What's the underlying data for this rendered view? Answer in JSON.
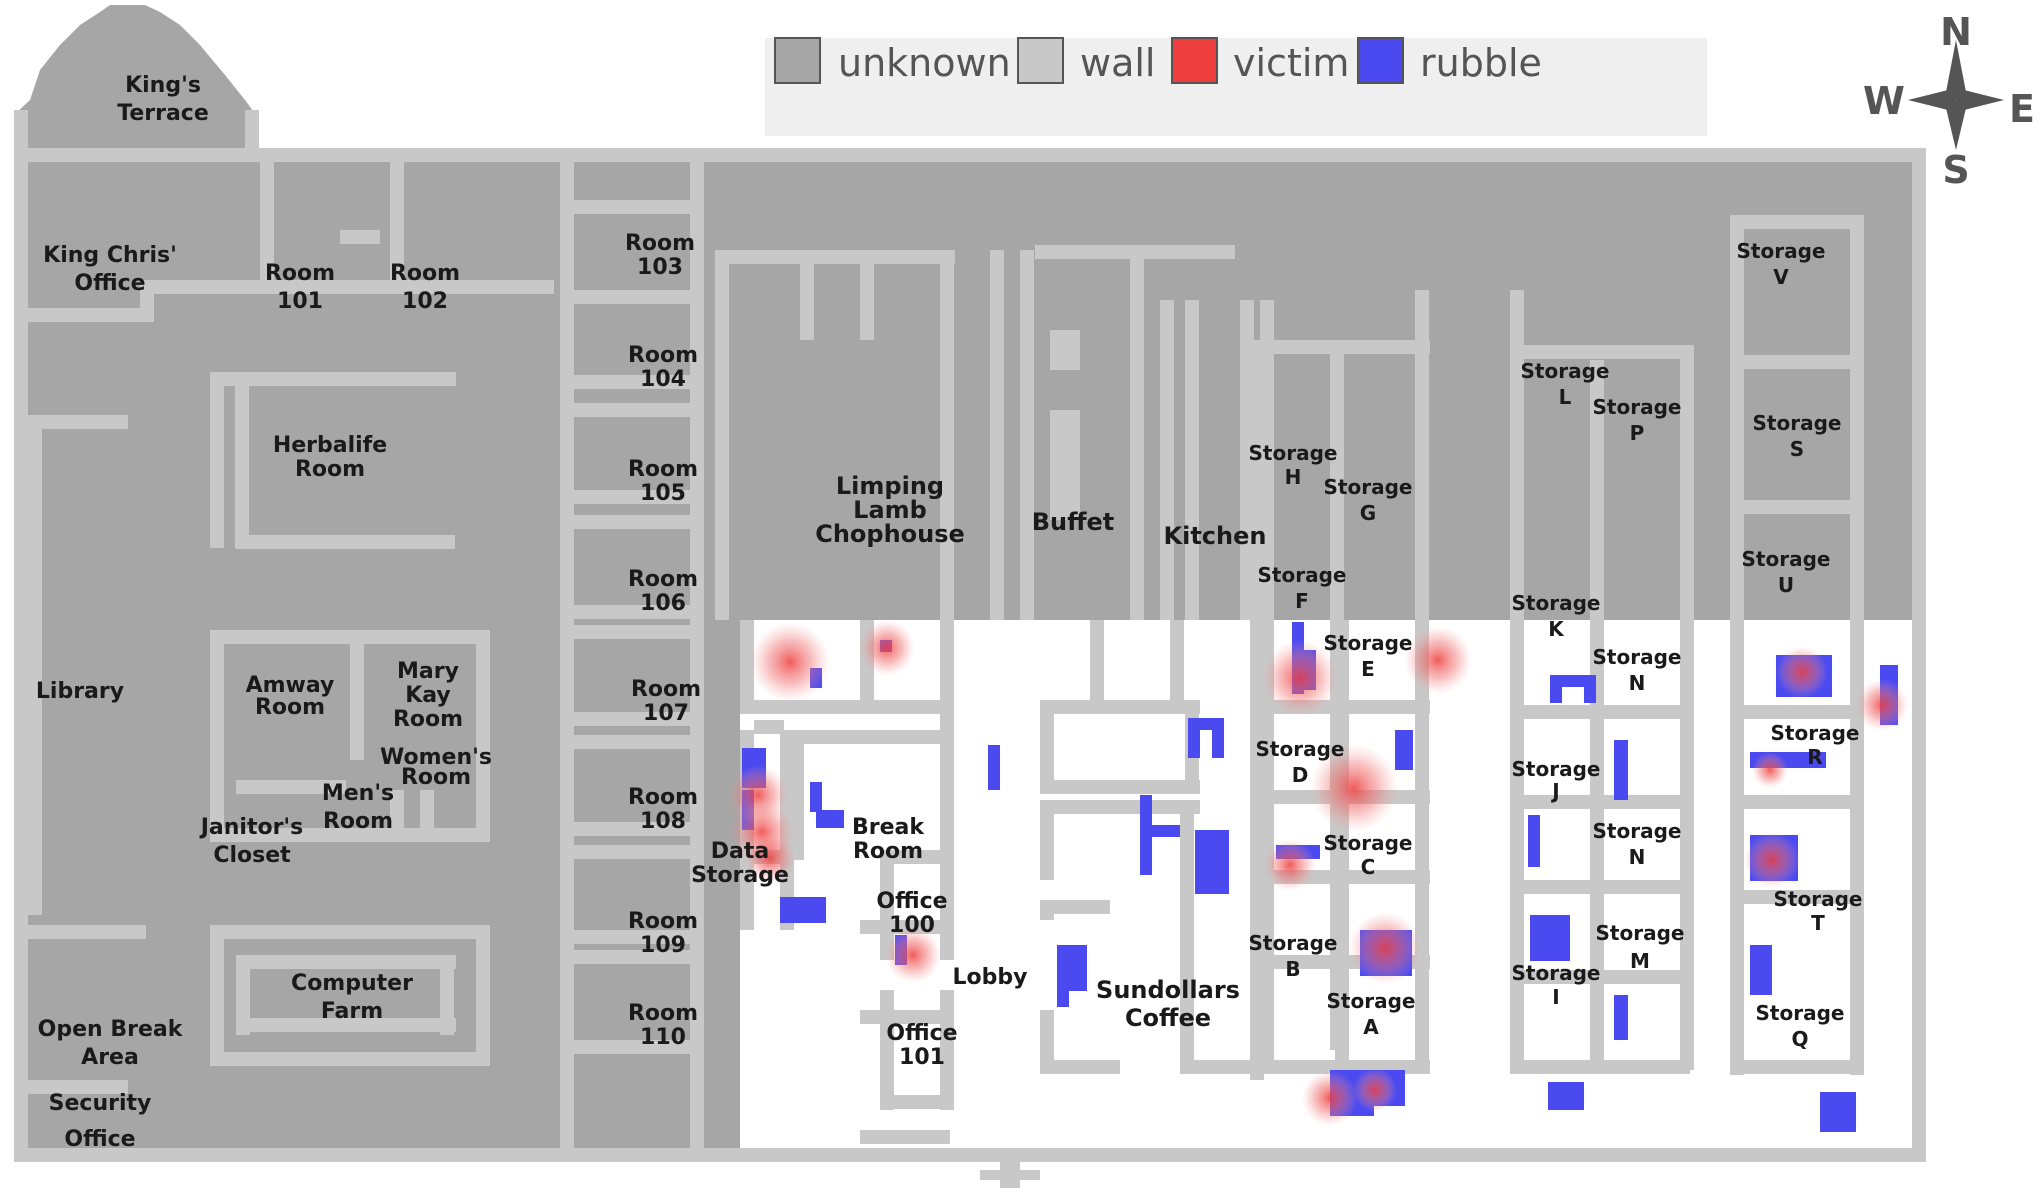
{
  "colors": {
    "unknown": "#a6a6a6",
    "wall": "#c8c8c8",
    "victim": "#ef3e3e",
    "rubble": "#4040f0",
    "explored": "#ffffff",
    "legend_bg": "#efefef"
  },
  "legend": {
    "unknown": "unknown",
    "wall": "wall",
    "victim": "victim",
    "rubble": "rubble"
  },
  "compass": {
    "n": "N",
    "s": "S",
    "e": "E",
    "w": "W"
  },
  "rooms": {
    "kings_terrace": [
      "King's",
      "Terrace"
    ],
    "king_chris_office": [
      "King Chris'",
      "Office"
    ],
    "room_101": [
      "Room",
      "101"
    ],
    "room_102": [
      "Room",
      "102"
    ],
    "herbalife": [
      "Herbalife",
      "Room"
    ],
    "library": [
      "Library"
    ],
    "amway": [
      "Amway",
      "Room"
    ],
    "mary_kay": [
      "Mary",
      "Kay",
      "Room"
    ],
    "womens": [
      "Women's",
      "Room"
    ],
    "mens": [
      "Men's",
      "Room"
    ],
    "janitors": [
      "Janitor's",
      "Closet"
    ],
    "computer_farm": [
      "Computer",
      "Farm"
    ],
    "open_break": [
      "Open Break",
      "Area"
    ],
    "security": [
      "Security",
      "Office"
    ],
    "room_103": [
      "Room",
      "103"
    ],
    "room_104": [
      "Room",
      "104"
    ],
    "room_105": [
      "Room",
      "105"
    ],
    "room_106": [
      "Room",
      "106"
    ],
    "room_107": [
      "Room",
      "107"
    ],
    "room_108": [
      "Room",
      "108"
    ],
    "room_109": [
      "Room",
      "109"
    ],
    "room_110": [
      "Room",
      "110"
    ],
    "limping_lamb": [
      "Limping",
      "Lamb",
      "Chophouse"
    ],
    "buffet": [
      "Buffet"
    ],
    "kitchen": [
      "Kitchen"
    ],
    "data_storage": [
      "Data",
      "Storage"
    ],
    "break_room": [
      "Break",
      "Room"
    ],
    "office_100": [
      "Office",
      "100"
    ],
    "office_101": [
      "Office",
      "101"
    ],
    "lobby": [
      "Lobby"
    ],
    "sundollars": [
      "Sundollars",
      "Coffee"
    ],
    "storage_h": [
      "Storage",
      "H"
    ],
    "storage_g": [
      "Storage",
      "G"
    ],
    "storage_f": [
      "Storage",
      "F"
    ],
    "storage_e": [
      "Storage",
      "E"
    ],
    "storage_d": [
      "Storage",
      "D"
    ],
    "storage_c": [
      "Storage",
      "C"
    ],
    "storage_b": [
      "Storage",
      "B"
    ],
    "storage_a": [
      "Storage",
      "A"
    ],
    "storage_l": [
      "Storage",
      "L"
    ],
    "storage_p": [
      "Storage",
      "P"
    ],
    "storage_k": [
      "Storage",
      "K"
    ],
    "storage_n1": [
      "Storage",
      "N"
    ],
    "storage_j": [
      "Storage",
      "J"
    ],
    "storage_n2": [
      "Storage",
      "N"
    ],
    "storage_m": [
      "Storage",
      "M"
    ],
    "storage_i": [
      "Storage",
      "I"
    ],
    "storage_v": [
      "Storage",
      "V"
    ],
    "storage_s": [
      "Storage",
      "S"
    ],
    "storage_u": [
      "Storage",
      "U"
    ],
    "storage_r": [
      "Storage",
      "R"
    ],
    "storage_t": [
      "Storage",
      "T"
    ],
    "storage_q": [
      "Storage",
      "Q"
    ]
  }
}
